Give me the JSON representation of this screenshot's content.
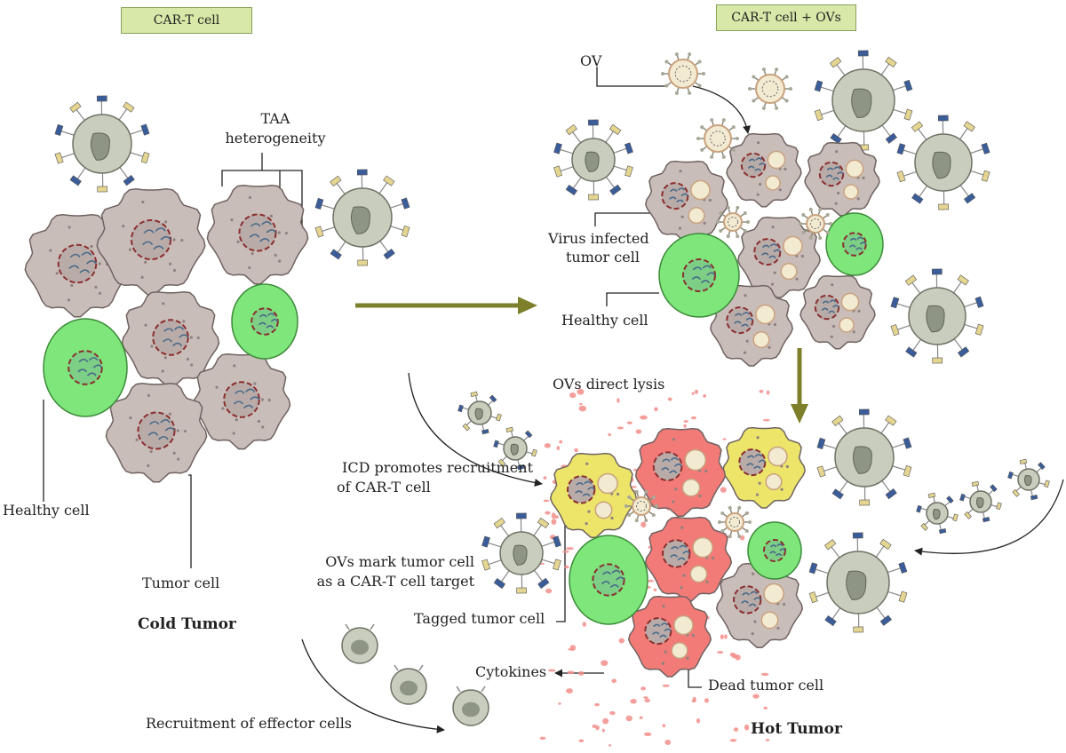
{
  "panels": {
    "left_header": "CAR-T cell",
    "right_header": "CAR-T cell + OVs"
  },
  "labels": {
    "taa": "TAA",
    "taa2": "heterogeneity",
    "healthy_left": "Healthy cell",
    "tumor_cell": "Tumor cell",
    "cold_tumor": "Cold Tumor",
    "ov": "OV",
    "virus_infected": "Virus infected",
    "virus_infected2": "tumor cell",
    "healthy_right": "Healthy cell",
    "ovs_lysis": "OVs direct lysis",
    "icd": "ICD promotes recruitment",
    "icd2": "of CAR-T cell",
    "ovs_mark": "OVs mark tumor cell",
    "ovs_mark2": "as a CAR-T cell target",
    "tagged": "Tagged tumor cell",
    "cytokines": "Cytokines",
    "dead": "Dead tumor cell",
    "recruit": "Recruitment of effector cells",
    "hot_tumor": "Hot Tumor"
  },
  "colors": {
    "tumor": "#c9bdba",
    "healthy": "#7ee67a",
    "tcell": "#c9cdbd",
    "tagged": "#ece56a",
    "dead": "#f27b78",
    "arrow": "#7d7f2a",
    "header_bg": "#d7e8a8"
  }
}
